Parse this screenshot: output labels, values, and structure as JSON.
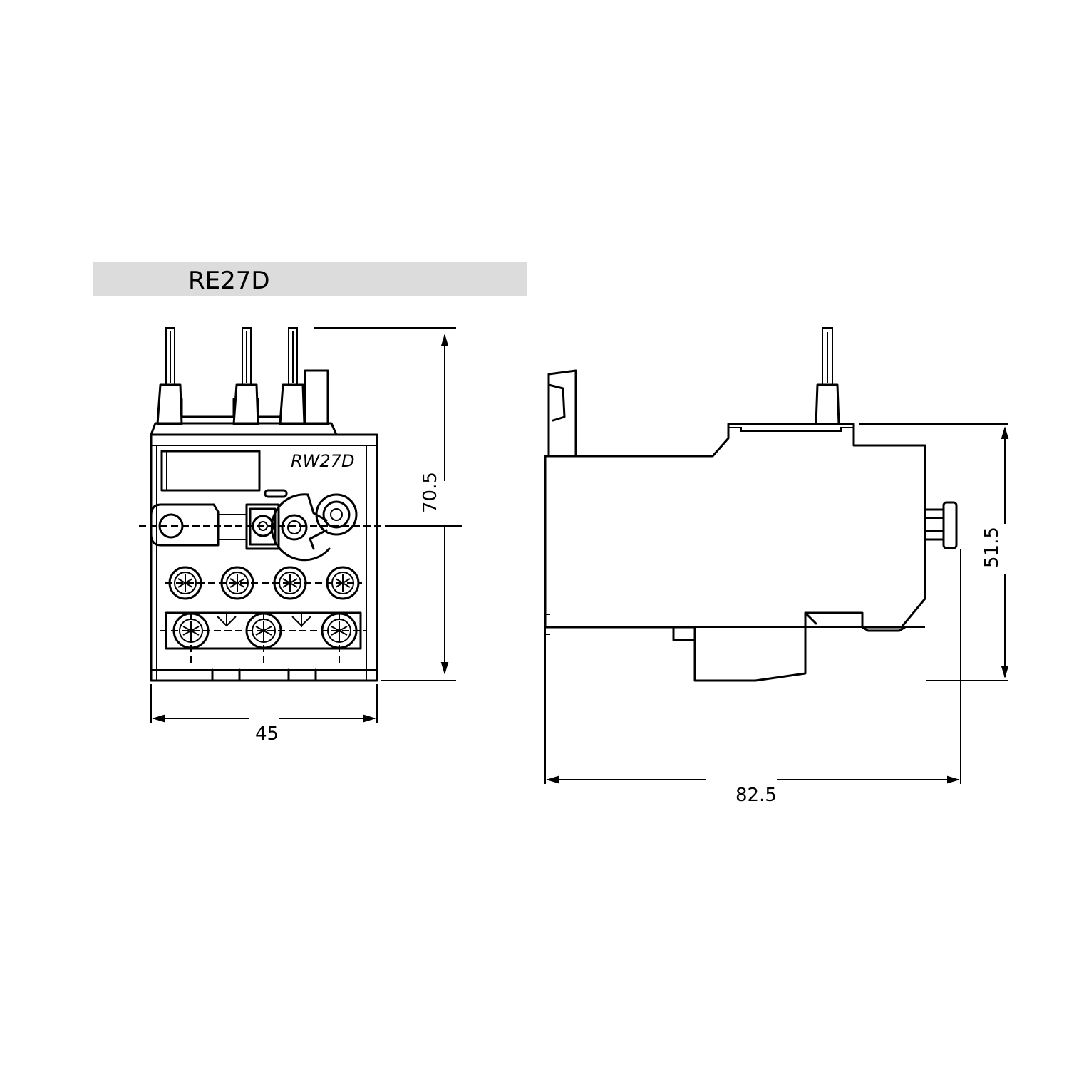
{
  "title": "RE27D",
  "front_view": {
    "model_label": "RW27D",
    "width_label": "45",
    "height_label": "70.5"
  },
  "side_view": {
    "depth_label": "82.5",
    "height_label": "51.5"
  },
  "colors": {
    "title_bar": "#dcdcdc",
    "line": "#000000"
  }
}
